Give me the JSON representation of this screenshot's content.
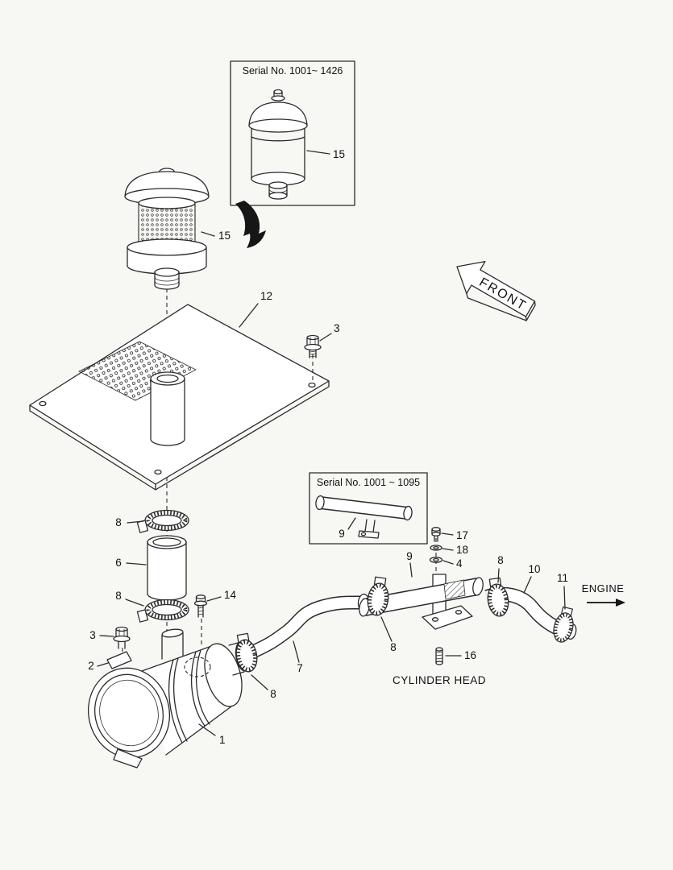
{
  "page": {
    "background": "#f7f7f4",
    "ink": "#2b2b2b"
  },
  "diagram": {
    "kind": "exploded-parts-diagram",
    "insets": [
      {
        "title": "Serial No. 1001~ 1426",
        "part_label": "15"
      },
      {
        "title": "Serial No. 1001 ~ 1095",
        "part_label": "9"
      }
    ],
    "labels": {
      "front": "FRONT",
      "engine": "ENGINE",
      "cylinder_head": "CYLINDER HEAD"
    },
    "callouts": {
      "element": "15",
      "cover_plate": "12",
      "bolt_plate": "3",
      "clamp_upper": "8",
      "hose_inlet": "6",
      "clamp_lower": "8",
      "bolt_clamp": "14",
      "bolt_body": "3",
      "bracket_body": "2",
      "air_cleaner_body": "1",
      "clamp_outlet": "8",
      "hose_s": "7",
      "pipe": "9",
      "clamp_pipe": "8",
      "bolt_small": "17",
      "washer_plain": "18",
      "washer_spring": "4",
      "stud": "16",
      "clamp_engine": "8",
      "hose_engine": "10",
      "clamp_end": "11"
    }
  }
}
